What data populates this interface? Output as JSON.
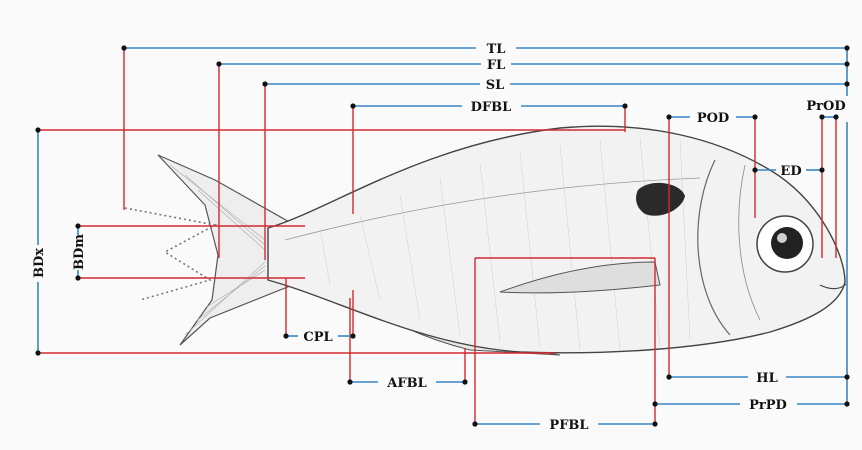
{
  "diagram": {
    "labels": {
      "tl": "TL",
      "fl": "FL",
      "sl": "SL",
      "dfbl": "DFBL",
      "pod": "POD",
      "prod": "PrOD",
      "ed": "ED",
      "bdx": "BDx",
      "bdm": "BDm",
      "cpl": "CPL",
      "afbl": "AFBL",
      "hl": "HL",
      "prpd": "PrPD",
      "pfbl": "PFBL"
    },
    "colors": {
      "measure_line": "#3a86c4",
      "reference_line": "#d2292f",
      "background": "#fafafa"
    },
    "illustration": "fish-sketch"
  }
}
